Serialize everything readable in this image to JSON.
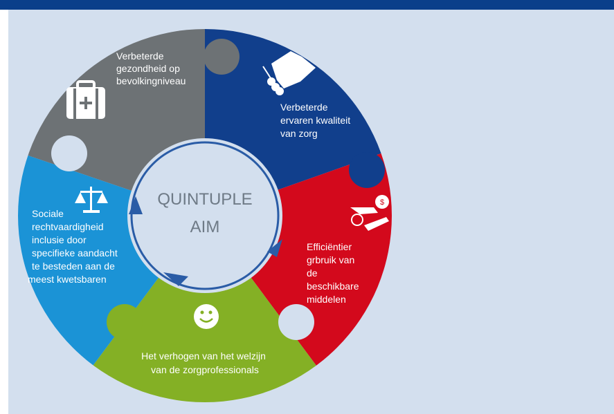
{
  "center": {
    "line1": "QUINTUPLE",
    "line2": "AIM"
  },
  "segments": [
    {
      "id": "population-health",
      "color": "#6d7275",
      "icon": "medical-bag-icon",
      "lines": [
        "Verbeterde",
        "gezondheid op",
        "bevolkingniveau"
      ]
    },
    {
      "id": "care-experience",
      "color": "#113f8c",
      "icon": "handshake-icon",
      "lines": [
        "Verbeterde",
        "ervaren kwaliteit",
        "van zorg"
      ]
    },
    {
      "id": "efficiency",
      "color": "#d3091c",
      "icon": "money-hand-icon",
      "lines": [
        "Efficiëntier",
        "grbruik van",
        "de",
        "beschikbare",
        "middelen"
      ]
    },
    {
      "id": "wellbeing",
      "color": "#84b025",
      "icon": "smiley-icon",
      "lines": [
        "Het verhogen van het welzijn",
        "van de zorgprofessionals"
      ]
    },
    {
      "id": "equity",
      "color": "#1b93d6",
      "icon": "scales-icon",
      "lines": [
        "Sociale",
        "rechtvaardigheid",
        "inclusie door",
        "specifieke aandacht",
        "te besteden aan de",
        "meest kwetsbaren"
      ]
    }
  ],
  "colors": {
    "background": "#d3dfee",
    "ring": "#2a5ca6",
    "center_text": "#6e7a86",
    "top_bar": "#0a3f8a"
  }
}
